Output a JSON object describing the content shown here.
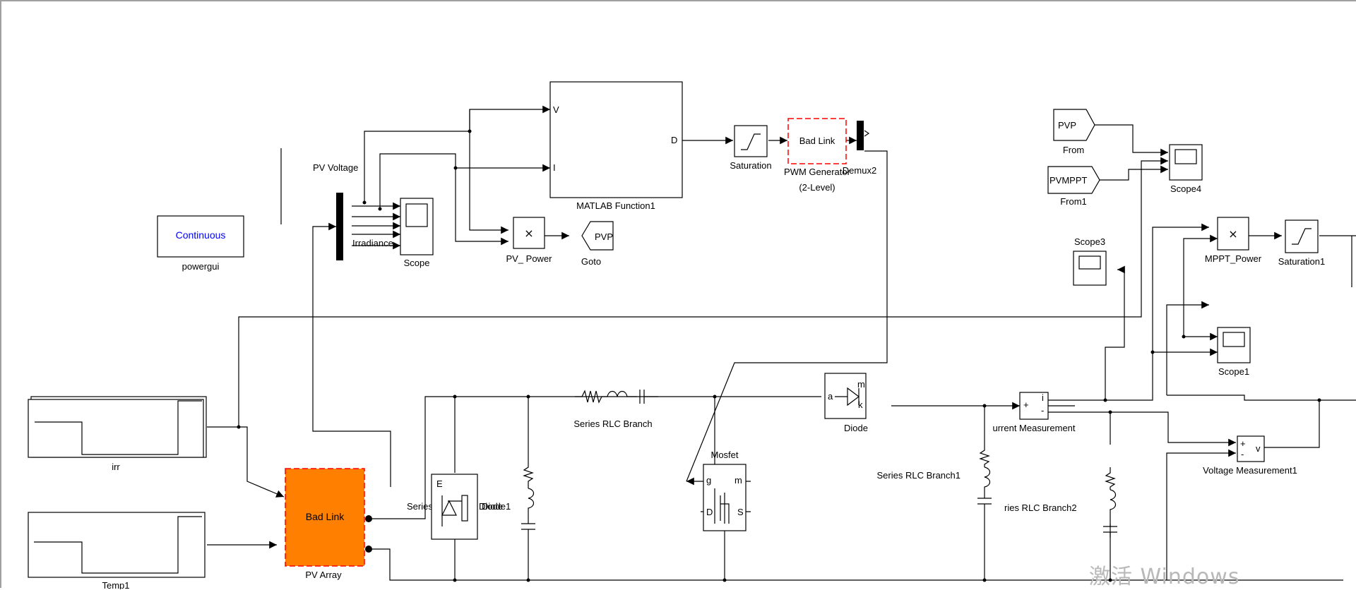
{
  "blocks": {
    "powergui": {
      "text": "Continuous",
      "label": "powergui",
      "text_color": "#0000ff"
    },
    "matlab_fn": {
      "label": "MATLAB Function1",
      "port_v": "V",
      "port_i": "I",
      "port_d": "D"
    },
    "saturation": {
      "label": "Saturation"
    },
    "pwm": {
      "text": "Bad Link",
      "label1": "PWM Generator",
      "label2": "(2-Level)"
    },
    "demux": {
      "label": "Demux2"
    },
    "pv_voltage": {
      "label": "PV Voltage"
    },
    "irradiance": {
      "label": "Irradiance"
    },
    "scope": {
      "label": "Scope"
    },
    "pv_power": {
      "label": "PV_ Power",
      "glyph": "×"
    },
    "goto": {
      "text": "PVP",
      "label": "Goto"
    },
    "from": {
      "text": "PVP",
      "label": "From"
    },
    "from1": {
      "text": "PVMPPT",
      "label": "From1"
    },
    "scope4": {
      "label": "Scope4"
    },
    "scope3": {
      "label": "Scope3"
    },
    "mppt_power": {
      "label": "MPPT_Power",
      "glyph": "×"
    },
    "saturation1": {
      "label": "Saturation1"
    },
    "scope1": {
      "label": "Scope1"
    },
    "irr": {
      "label": "irr"
    },
    "temp1": {
      "label": "Temp1"
    },
    "pv_array": {
      "text": "Bad Link",
      "label": "PV Array",
      "color": "#ff7f00"
    },
    "series_label": {
      "text": "Series"
    },
    "diode1": {
      "label": "Diode1",
      "label_overlap": "Diode",
      "e": "E"
    },
    "series_rlc": {
      "label": "Series RLC Branch"
    },
    "mosfet": {
      "label": "Mosfet",
      "g": "g",
      "m": "m",
      "d": "D",
      "s": "S"
    },
    "diode": {
      "label": "Diode",
      "a": "a",
      "k": "k",
      "m": "m"
    },
    "current_meas": {
      "label": "urrent Measurement",
      "plus": "+",
      "minus": "-",
      "i": "i"
    },
    "series_rlc1": {
      "label": "Series RLC Branch1"
    },
    "series_rlc2": {
      "label": "ries RLC Branch2"
    },
    "voltage_meas": {
      "label": "Voltage Measurement1",
      "plus": "+",
      "minus": "-",
      "v": "v"
    }
  },
  "watermark": "激活 Windows"
}
